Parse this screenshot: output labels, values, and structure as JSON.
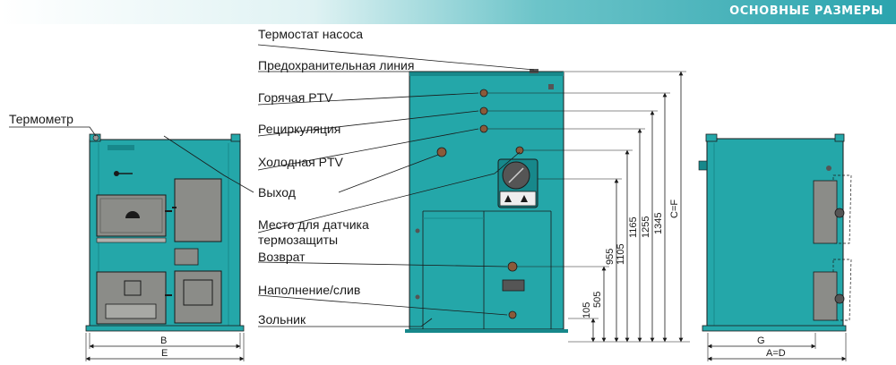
{
  "header": {
    "title": "ОСНОВНЫЕ РАЗМЕРЫ"
  },
  "colors": {
    "boiler": "#24a7a9",
    "boiler_dark": "#17888b",
    "door": "#8b8c88",
    "header": "#2ba4ae"
  },
  "callouts": {
    "thermometer": "Термометр",
    "pump_thermostat": "Термостат насоса",
    "safety_line": "Предохранительная линия",
    "hot_ptv": "Горячая PTV",
    "recirculation": "Рециркуляция",
    "cold_ptv": "Холодная PTV",
    "outlet": "Выход",
    "sensor_place_1": "Место для датчика",
    "sensor_place_2": "термозащиты",
    "return": "Возврат",
    "fill_drain": "Наполнение/слив",
    "ash_pan": "Зольник"
  },
  "dimensions": {
    "d105": "105",
    "d505": "505",
    "d955": "955",
    "d1105": "1105",
    "d1165": "1165",
    "d1255": "1255",
    "d1345": "1345",
    "cf": "C=F",
    "b": "B",
    "e": "E",
    "g": "G",
    "ad": "A=D"
  }
}
